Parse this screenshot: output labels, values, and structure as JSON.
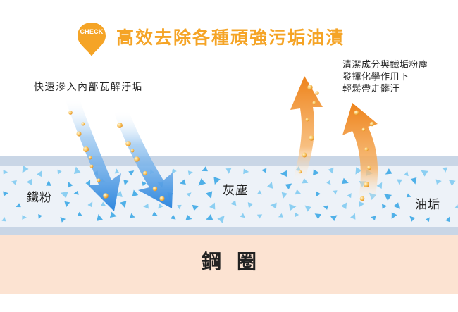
{
  "header": {
    "badge": "CHECK",
    "title": "高效去除各種頑強污垢油漬"
  },
  "notes": {
    "left": "快速滲入內部瓦解汙垢",
    "right": [
      "清潔成分與鐵垢粉塵",
      "發揮化學作用下",
      "輕鬆帶走髒汙"
    ]
  },
  "layers": {
    "iron_powder": "鐵粉",
    "dust": "灰塵",
    "oil_grime": "油垢",
    "base": "鋼圈"
  },
  "colors": {
    "accent": "#f5a426",
    "inward_arrow": "#3a8fe0",
    "outward_arrow": "#ee8a1e",
    "grime_band": "#edf2f8",
    "band_edge": "#c6d3e4",
    "base": "#fce3d2"
  }
}
